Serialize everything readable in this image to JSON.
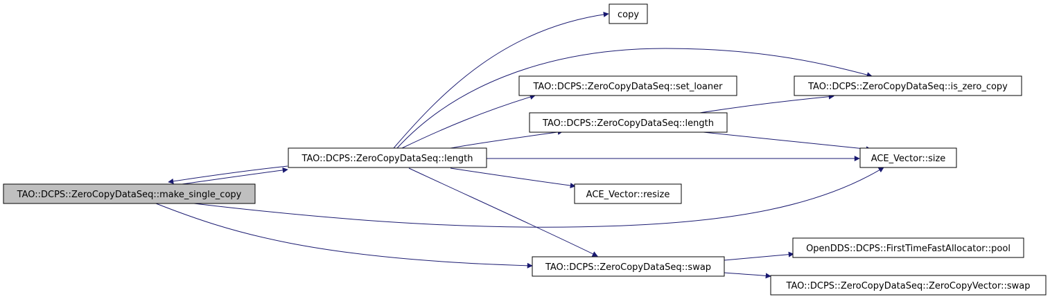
{
  "colors": {
    "edge": "#191970",
    "node_border": "#000000",
    "node_fill": "#ffffff",
    "highlight_fill": "#bfbfbf"
  },
  "nodes": [
    {
      "id": "make_single_copy",
      "label": "TAO::DCPS::ZeroCopyDataSeq::make_single_copy",
      "highlighted": true
    },
    {
      "id": "length_main",
      "label": "TAO::DCPS::ZeroCopyDataSeq::length"
    },
    {
      "id": "copy",
      "label": "copy"
    },
    {
      "id": "set_loaner",
      "label": "TAO::DCPS::ZeroCopyDataSeq::set_loaner"
    },
    {
      "id": "length_inner",
      "label": "TAO::DCPS::ZeroCopyDataSeq::length"
    },
    {
      "id": "is_zero_copy",
      "label": "TAO::DCPS::ZeroCopyDataSeq::is_zero_copy"
    },
    {
      "id": "ace_size",
      "label": "ACE_Vector::size"
    },
    {
      "id": "ace_resize",
      "label": "ACE_Vector::resize"
    },
    {
      "id": "swap",
      "label": "TAO::DCPS::ZeroCopyDataSeq::swap"
    },
    {
      "id": "pool",
      "label": "OpenDDS::DCPS::FirstTimeFastAllocator::pool"
    },
    {
      "id": "zcv_swap",
      "label": "TAO::DCPS::ZeroCopyDataSeq::ZeroCopyVector::swap"
    }
  ],
  "edges": [
    {
      "from": "make_single_copy",
      "to": "length_main"
    },
    {
      "from": "length_main",
      "to": "make_single_copy"
    },
    {
      "from": "make_single_copy",
      "to": "ace_size"
    },
    {
      "from": "make_single_copy",
      "to": "swap"
    },
    {
      "from": "length_main",
      "to": "copy"
    },
    {
      "from": "length_main",
      "to": "is_zero_copy"
    },
    {
      "from": "length_main",
      "to": "set_loaner"
    },
    {
      "from": "length_main",
      "to": "length_inner"
    },
    {
      "from": "length_main",
      "to": "ace_size"
    },
    {
      "from": "length_main",
      "to": "ace_resize"
    },
    {
      "from": "length_main",
      "to": "swap"
    },
    {
      "from": "length_inner",
      "to": "is_zero_copy"
    },
    {
      "from": "length_inner",
      "to": "ace_size"
    },
    {
      "from": "swap",
      "to": "pool"
    },
    {
      "from": "swap",
      "to": "zcv_swap"
    }
  ]
}
